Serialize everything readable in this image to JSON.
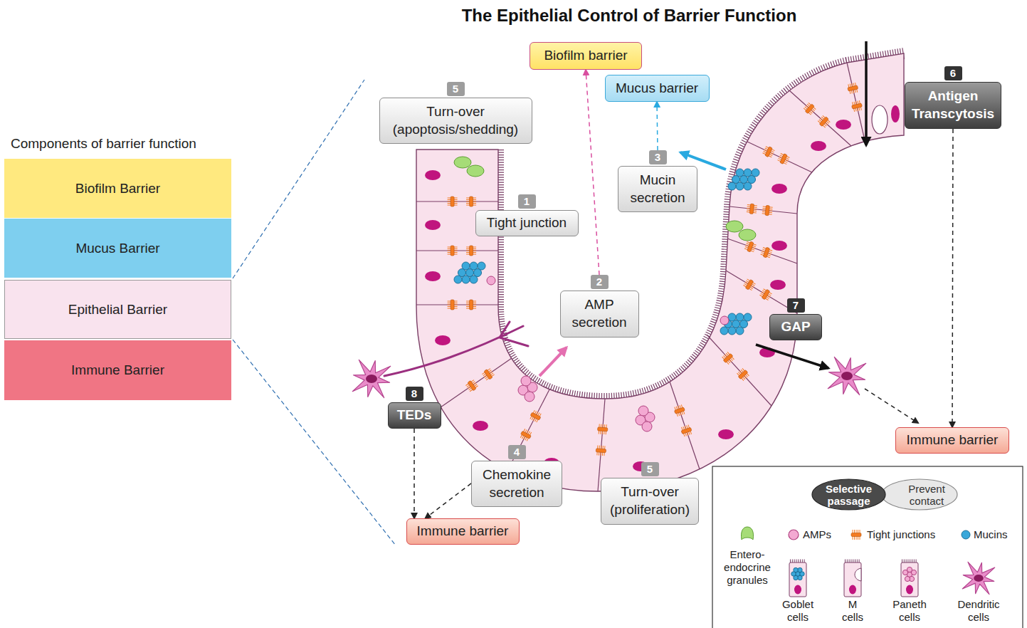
{
  "diagram": {
    "title": "The Epithelial Control of Barrier Function",
    "nodes": [
      {
        "text": [
          "Biofilm Barrier"
        ]
      },
      {
        "text": [
          "Mucus Barrier"
        ]
      },
      {
        "text": [
          "Epithelial Barrier"
        ]
      },
      {
        "text": [
          "Immune Barrier"
        ]
      },
      {
        "text": [
          "Biofilm barrier"
        ]
      },
      {
        "text": [
          "Mucus barrier"
        ]
      },
      {
        "text": [
          "5",
          "Turn-over (apoptosis/shedding)"
        ]
      },
      {
        "text": [
          "6",
          "Antigen Transcytosis"
        ]
      },
      {
        "text": [
          "1",
          "Tight junction"
        ]
      },
      {
        "text": [
          "3",
          "Mucin secretion"
        ]
      },
      {
        "text": [
          "2",
          "AMP secretion"
        ]
      },
      {
        "text": [
          "7",
          "GAP"
        ]
      },
      {
        "text": [
          "8",
          "TEDs"
        ]
      },
      {
        "text": [
          "Immune barrier"
        ]
      },
      {
        "text": [
          "4",
          "Chemokine secretion"
        ]
      },
      {
        "text": [
          "5",
          "Turn-over (proliferation)"
        ]
      },
      {
        "text": [
          "Immune barrier"
        ]
      },
      {
        "text": [
          "Selective passage"
        ]
      },
      {
        "text": [
          "Prevent contact"
        ]
      }
    ],
    "edges": [
      {
        "from": 10,
        "to": 4,
        "arrow": "to"
      },
      {
        "from": 9,
        "to": 5,
        "arrow": "to"
      },
      {
        "from": 7,
        "to": 13,
        "arrow": "to"
      },
      {
        "from": 12,
        "to": 16,
        "arrow": "to"
      },
      {
        "from": 14,
        "to": 16,
        "arrow": "to"
      }
    ],
    "labels": [
      "Components of barrier function"
    ],
    "legend": [
      {
        "text": "Entero- endocrine granules"
      },
      {
        "text": "AMPs"
      },
      {
        "text": "Tight junctions"
      },
      {
        "text": "Mucins"
      },
      {
        "text": "Goblet cells"
      },
      {
        "text": "M cells"
      },
      {
        "text": "Paneth cells"
      },
      {
        "text": "Dendritic cells"
      }
    ]
  }
}
